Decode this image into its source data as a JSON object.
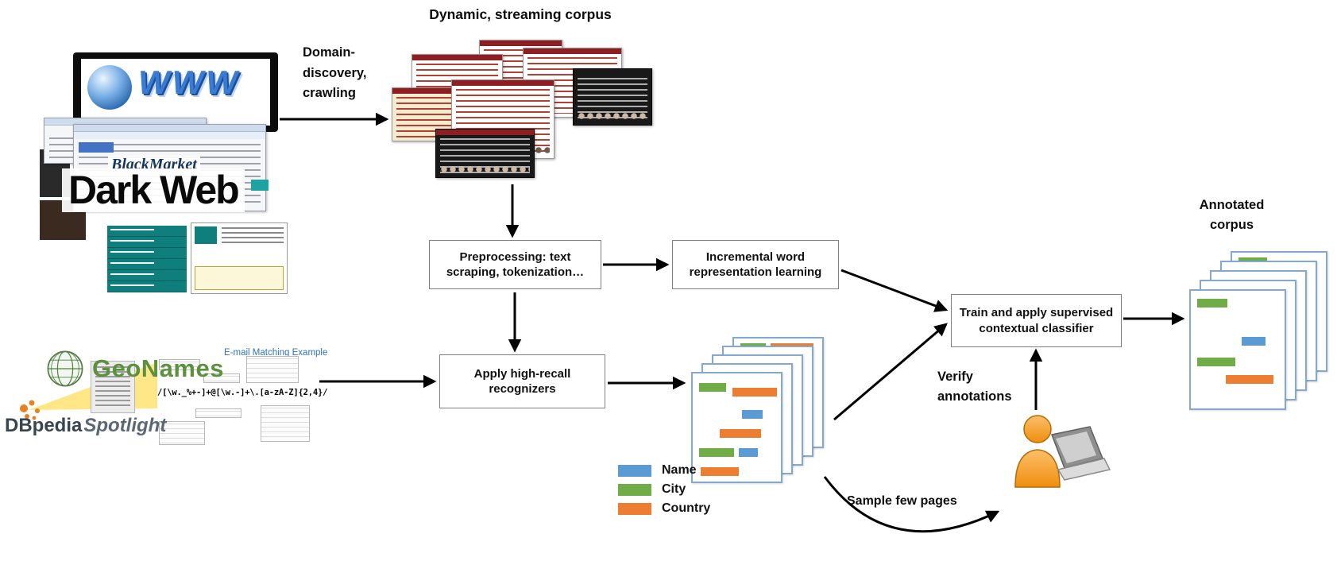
{
  "colors": {
    "name-blue": "#5b9bd5",
    "city-green": "#70ad47",
    "country-orange": "#ed7d31",
    "geonames-green": "#5d9140"
  },
  "titles": {
    "corpus": "Dynamic, streaming corpus",
    "annotated_corpus": "Annotated corpus"
  },
  "labels": {
    "crawl": "Domain-discovery, crawling",
    "verify": "Verify annotations",
    "sample": "Sample few pages"
  },
  "boxes": {
    "preprocessing": "Preprocessing: text scraping, tokenization…",
    "incremental": "Incremental word representation learning",
    "recognizers": "Apply high-recall recognizers",
    "classifier": "Train and apply supervised contextual classifier"
  },
  "legend": [
    {
      "label": "Name"
    },
    {
      "label": "City"
    },
    {
      "label": "Country"
    }
  ],
  "darkweb": {
    "www": "WWW",
    "blackmarket": "BlackMarket",
    "title": "Dark Web"
  },
  "sources": {
    "geonames": "GeoNames",
    "dbpedia": "DBpedia",
    "spotlight": "Spotlight",
    "email_title": "E-mail Matching Example",
    "regex": "/[\\w._%+-]+@[\\w.-]+\\.[a-zA-Z]{2,4}/"
  }
}
